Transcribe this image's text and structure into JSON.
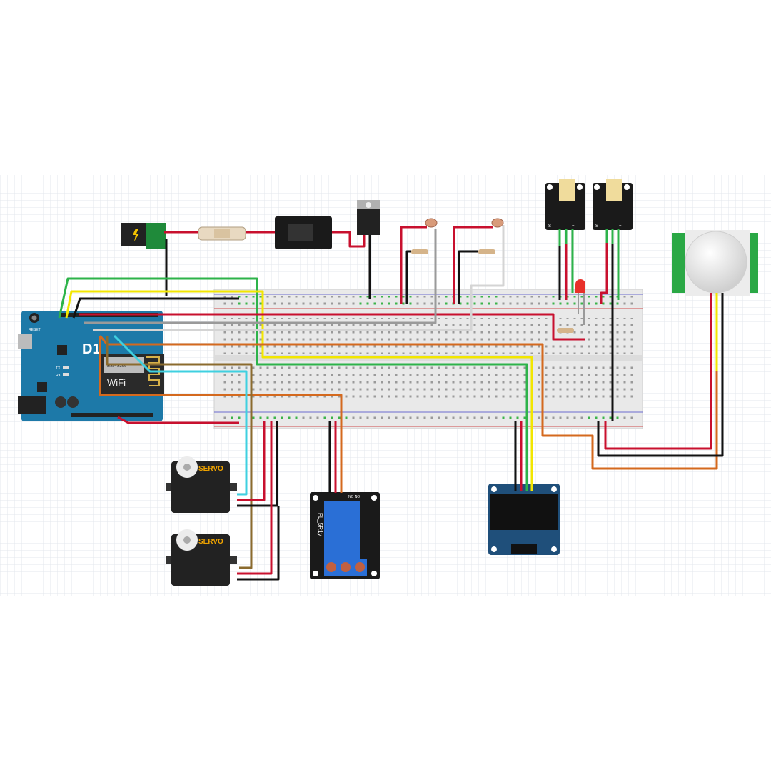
{
  "board": {
    "reset_label": "RESET",
    "brand": "D1",
    "wifi_label": "WiFi",
    "module_label": "ESP-8266",
    "tx_label": "TX",
    "rx_label": "RX"
  },
  "servos": [
    {
      "label": "SERVO"
    },
    {
      "label": "SERVO"
    }
  ],
  "relay": {
    "model": "FL_5R1y",
    "pin_labels": "NC NO"
  },
  "sound_sensors": [
    {
      "pin_labels": [
        "S",
        "+",
        "-"
      ]
    },
    {
      "pin_labels": [
        "S",
        "+",
        "-"
      ]
    }
  ],
  "colors": {
    "board": "#1d79a8",
    "breadboard": "#e6e6e6",
    "wire_red": "#c8102e",
    "wire_black": "#111111",
    "wire_green": "#2db34a",
    "wire_yellow": "#f2e600",
    "wire_orange": "#d4691e",
    "wire_cyan": "#3fd0e0",
    "wire_gray": "#9a9a9a",
    "wire_brown": "#8b6b2e",
    "wire_white": "#e8e8e8"
  }
}
